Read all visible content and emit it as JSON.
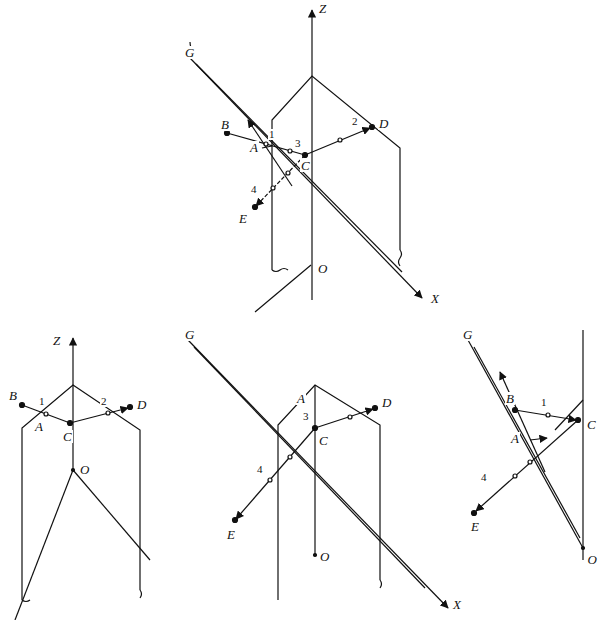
{
  "diagram": {
    "labels": [
      "Z",
      "G",
      "B",
      "1",
      "3",
      "2",
      "D",
      "A",
      "C",
      "4",
      "E",
      "O",
      "X",
      "Z",
      "B",
      "1",
      "2",
      "D",
      "A",
      "C",
      "O",
      "G",
      "3",
      "D",
      "A",
      "C",
      "4",
      "E",
      "O",
      "X",
      "G",
      "B",
      "1",
      "C",
      "A",
      "4",
      "E",
      "O"
    ]
  }
}
